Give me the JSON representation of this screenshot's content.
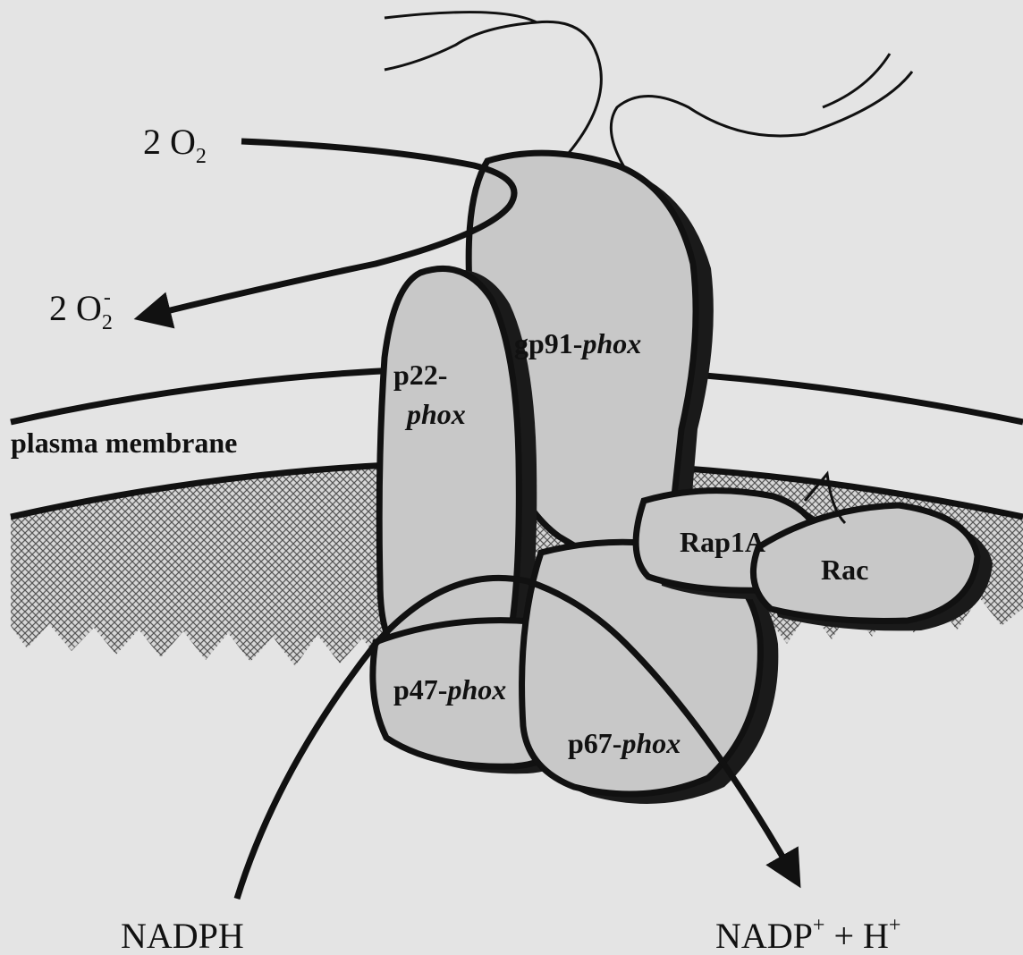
{
  "labels": {
    "o2_coef": "2 O",
    "o2_sub": "2",
    "superoxide_coef": "2 O",
    "superoxide_sub": "2",
    "superoxide_sup": "-",
    "plasma_membrane": "plasma membrane",
    "p22_line1": "p22-",
    "p22_line2": "phox",
    "gp91_prefix": "gp91-",
    "gp91_suffix": "phox",
    "p47_prefix": "p47-",
    "p47_suffix": "phox",
    "p67_prefix": "p67-",
    "p67_suffix": "phox",
    "rap1a": "Rap1A",
    "rac": "Rac",
    "nadph": "NADPH",
    "nadp": "NADP",
    "nadp_sup": "+",
    "plus": " + H",
    "h_sup": "+"
  },
  "colors": {
    "background": "#e4e4e4",
    "protein_fill": "#c8c8c8",
    "outline": "#111111",
    "cytoplasm_hatch": "#8a8a8a"
  }
}
